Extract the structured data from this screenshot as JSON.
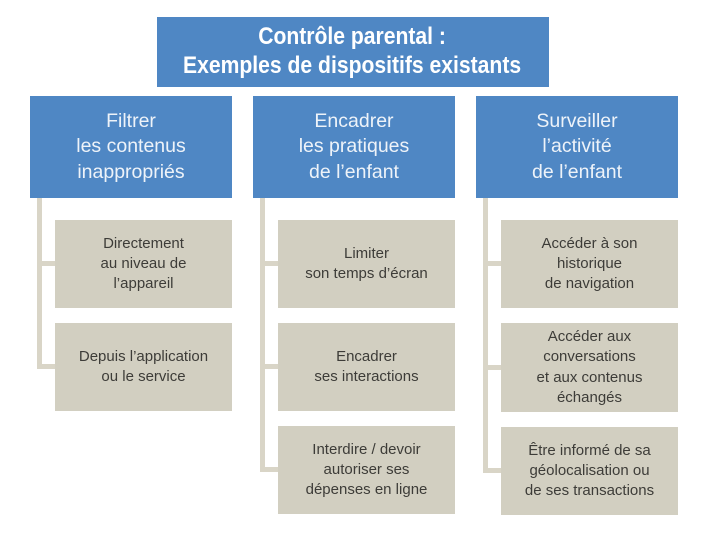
{
  "theme": {
    "blue": "#4f87c4",
    "beige": "#d2cfc1",
    "connector": "#d9d5c7",
    "box_text": "#3d3c38",
    "header_text": "#eef3f9",
    "background": "#ffffff"
  },
  "title": "Contrôle parental :\nExemples de dispositifs existants",
  "columns": [
    {
      "header": "Filtrer\nles contenus\ninappropriés",
      "boxes": [
        "Directement\nau niveau de\nl’appareil",
        "Depuis l’application\nou le service"
      ]
    },
    {
      "header": "Encadrer\nles pratiques\nde l’enfant",
      "boxes": [
        "Limiter\nson temps d’écran",
        "Encadrer\nses interactions",
        "Interdire / devoir\nautoriser ses\ndépenses en ligne"
      ]
    },
    {
      "header": "Surveiller\nl’activité\nde l’enfant",
      "boxes": [
        "Accéder à son\nhistorique\nde navigation",
        "Accéder aux\nconversations\net aux contenus\néchangés",
        "Être informé de sa\ngéolocalisation ou\nde ses transactions"
      ]
    }
  ]
}
